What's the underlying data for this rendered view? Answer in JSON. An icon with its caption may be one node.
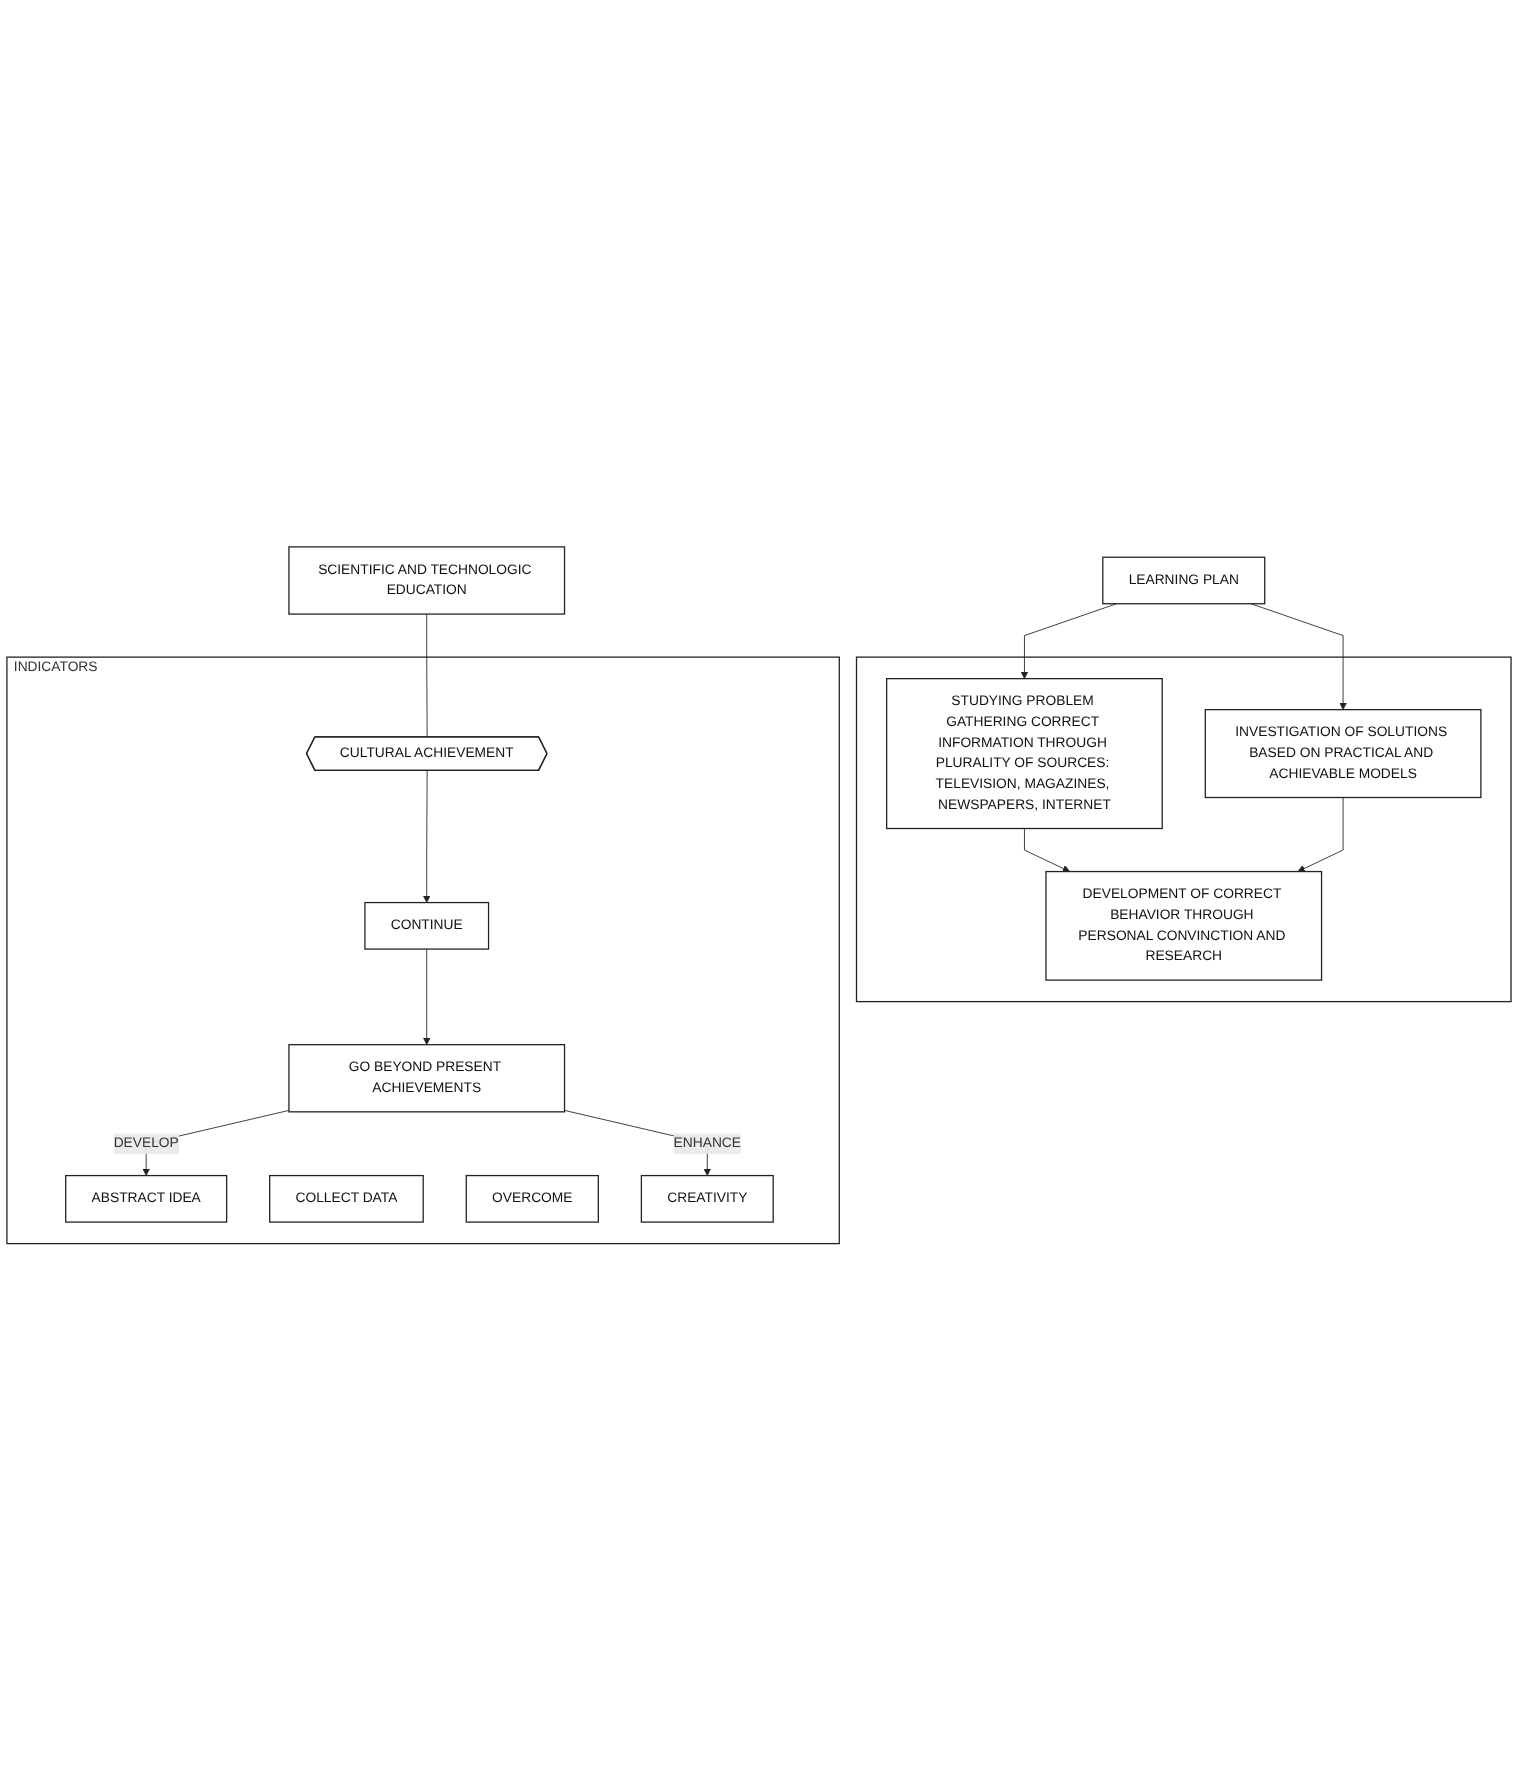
{
  "diagram": {
    "nodes": [
      {
        "text": [],
        "shape": "box"
      },
      {
        "text": [
          "LEARNING PLAN"
        ]
      },
      {
        "text": [
          "STUDYING PROBLEM GATHERING CORRECT INFORMATION THROUGH PLURALITY OF SOURCES: TELEVISION, MAGAZINES, NEWSPAPERS, INTERNET"
        ],
        "in": 0
      },
      {
        "text": [
          "INVESTIGATION OF SOLUTIONS BASED ON PRACTICAL AND ACHIEVABLE MODELS"
        ],
        "in": 0
      },
      {
        "text": [
          "DEVELOPMENT OF CORRECT BEHAVIOR THROUGH PERSONAL CONVINCTION AND RESEARCH"
        ],
        "in": 0
      },
      {
        "text": [
          "INDICATORS"
        ]
      },
      {
        "text": [
          "SCIENTIFIC AND TECHNOLOGIC EDUCATION"
        ]
      },
      {
        "text": [
          "ABSTRACT IDEA"
        ],
        "in": 5
      },
      {
        "text": [
          "CULTURAL ACHIEVEMENT"
        ],
        "in": 5
      },
      {
        "text": [
          "COLLECT DATA"
        ],
        "in": 5
      },
      {
        "text": [
          "OVERCOME"
        ],
        "in": 5
      },
      {
        "text": [
          "CONTINUE"
        ],
        "in": 5
      },
      {
        "text": [
          "GO BEYOND PRESENT ACHIEVEMENTS"
        ],
        "in": 5
      },
      {
        "text": [
          "CREATIVITY"
        ],
        "in": 5
      }
    ],
    "edges": [
      {
        "from": 1,
        "to": 2,
        "arrow": "to"
      },
      {
        "from": 1,
        "to": 3,
        "arrow": "to"
      },
      {
        "from": 2,
        "to": 4,
        "arrow": "to"
      },
      {
        "from": 3,
        "to": 4,
        "arrow": "to"
      },
      {
        "from": 6,
        "to": 8,
        "arrow": "none"
      },
      {
        "from": 8,
        "to": 11,
        "arrow": "to"
      },
      {
        "from": 11,
        "to": 12,
        "arrow": "to"
      },
      {
        "from": 12,
        "to": 7,
        "arrow": "to",
        "label": "DEVELOP"
      },
      {
        "from": 12,
        "to": 13,
        "arrow": "to",
        "label": "ENHANCE"
      }
    ]
  }
}
